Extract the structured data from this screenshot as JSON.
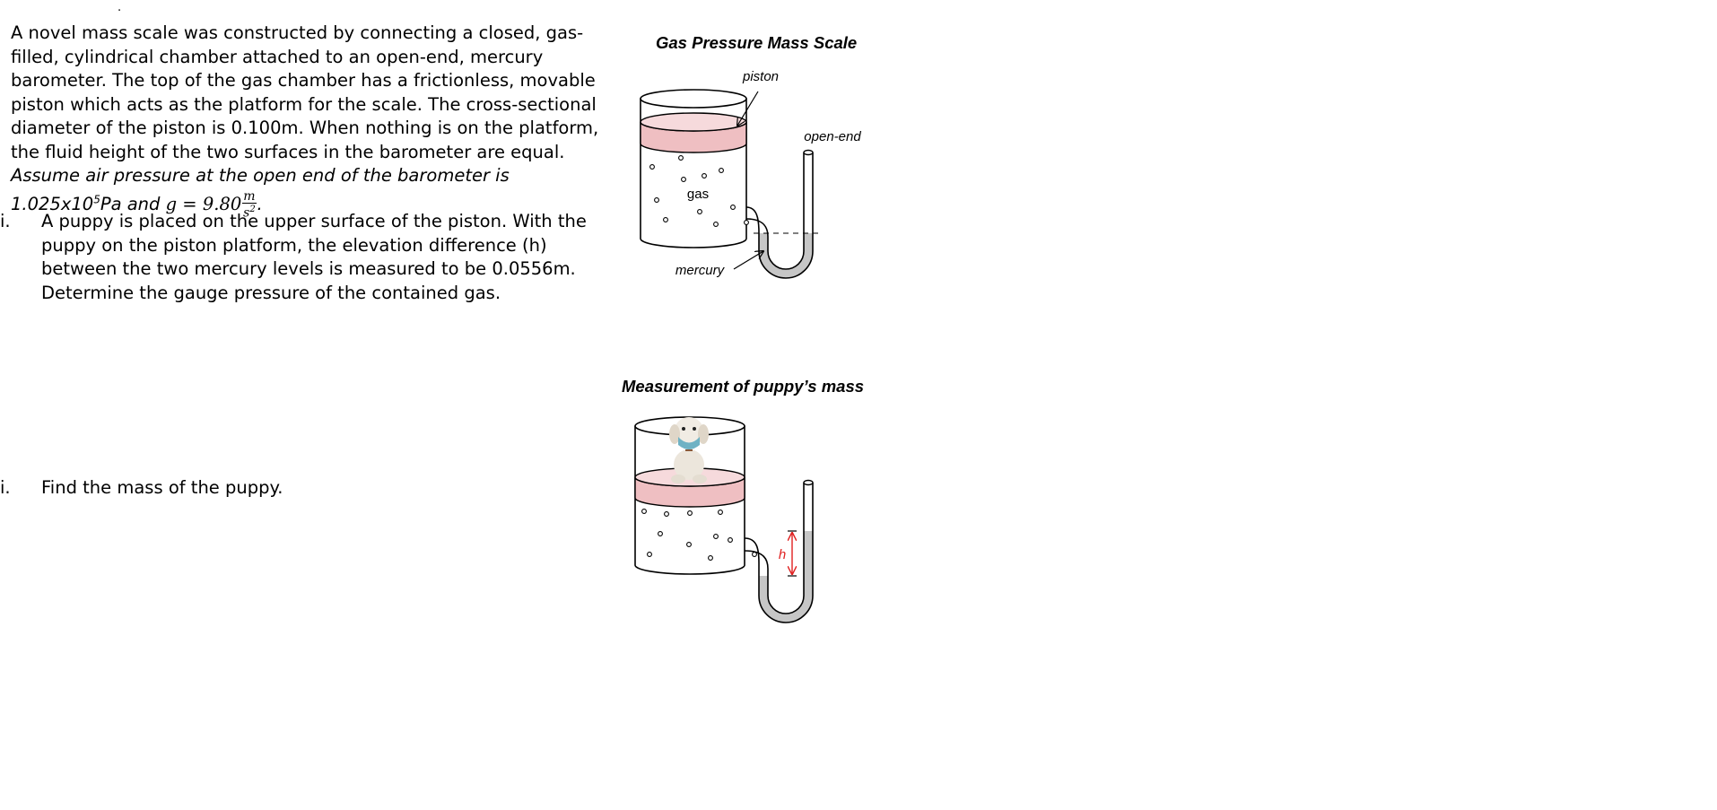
{
  "stray_mark": ".",
  "intro": {
    "plain": "A novel mass scale was constructed by connecting a closed, gas-filled, cylindrical chamber attached to an open-end, mercury barometer. The top of the gas chamber has a frictionless, movable piston which acts as the platform for the scale. The cross-sectional diameter of the piston is 0.100m.  When nothing is on the platform, the fluid height of the two surfaces in the barometer are equal. ",
    "italic_1": "Assume air pressure at the open end of the barometer is 1.025x10",
    "exp": "5",
    "italic_2": "Pa and ",
    "g_eq": "g = 9.80",
    "unit_num": "m",
    "unit_den": "s",
    "unit_den_exp": "2",
    "end": "."
  },
  "questions": [
    {
      "number": "i.",
      "text": "A puppy is placed on the upper surface of the piston. With the puppy on the piston platform, the elevation difference (h) between the two mercury levels is measured to be 0.0556m.  Determine the gauge pressure of the contained gas."
    },
    {
      "number": "i.",
      "text": "Find the mass of the puppy."
    }
  ],
  "figure1": {
    "title": "Gas Pressure Mass Scale",
    "labels": {
      "piston": "piston",
      "open_end": "open-end",
      "gas": "gas",
      "mercury": "mercury"
    }
  },
  "figure2": {
    "title": "Measurement of puppy’s mass",
    "labels": {
      "h": "h"
    }
  },
  "colors": {
    "piston_fill": "#efbfc2",
    "mercury_fill": "#c6c6c6",
    "h_arrow": "#e02020"
  }
}
